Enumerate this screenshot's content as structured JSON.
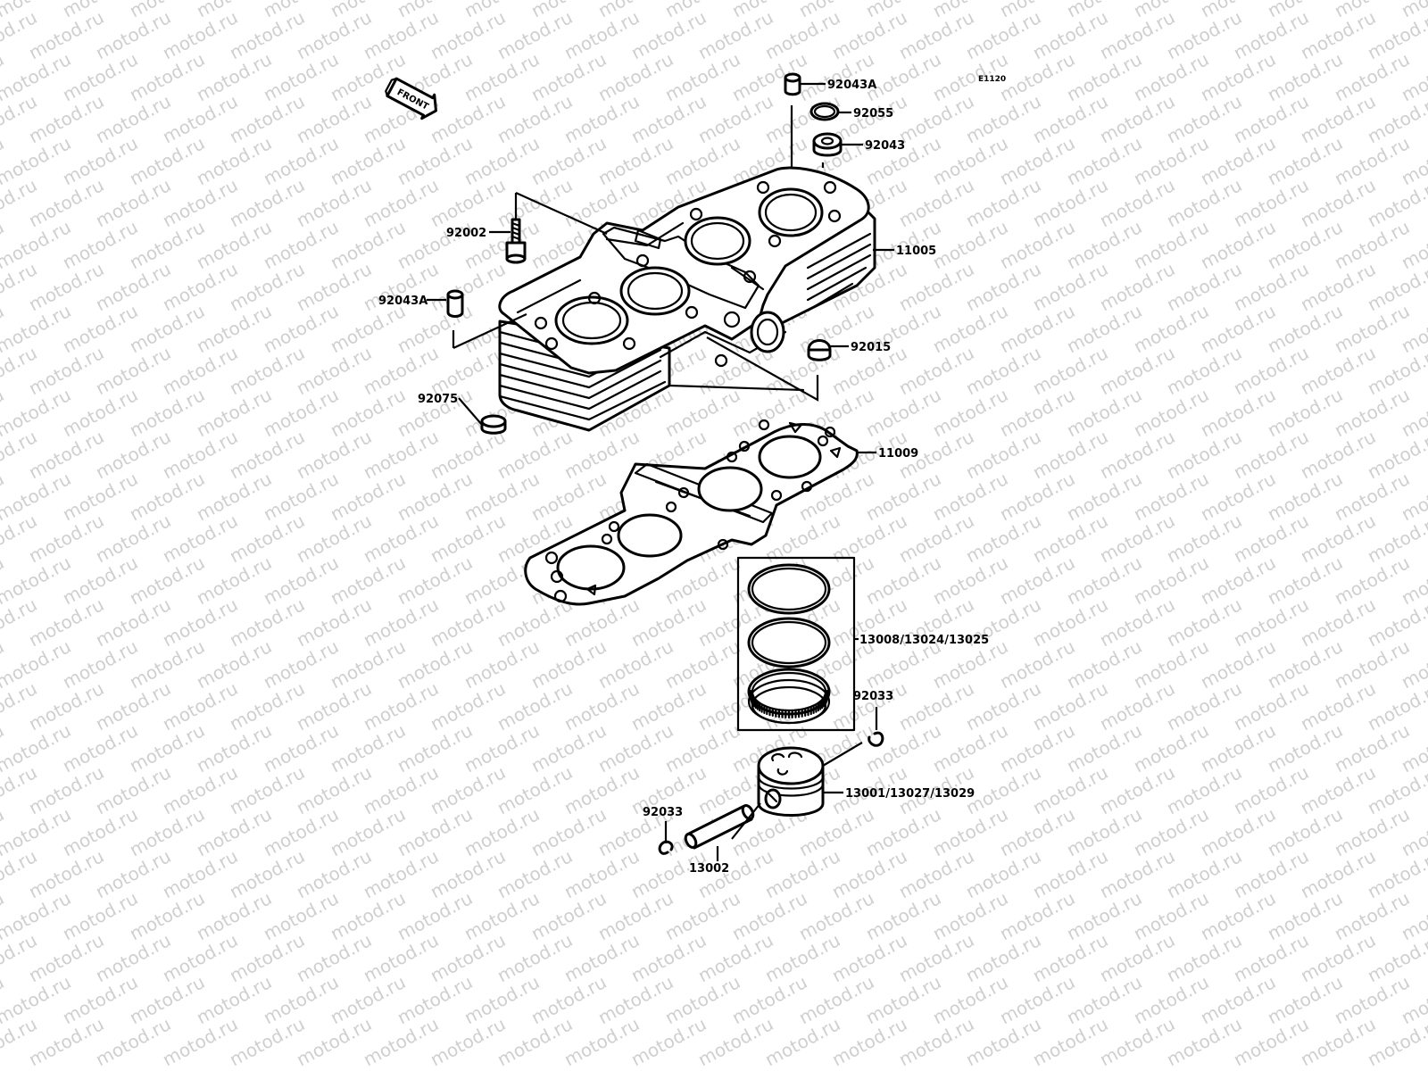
{
  "watermark": "motod.ru",
  "diagram_code": "E1120",
  "front_label": "FRONT",
  "parts": {
    "p92043A_top": "92043A",
    "p92055": "92055",
    "p92043": "92043",
    "p92002": "92002",
    "p11005": "11005",
    "p92043A_left": "92043A",
    "p92015": "92015",
    "p92075": "92075",
    "p11009": "11009",
    "p13008": "13008/13024/13025",
    "p92033_right": "92033",
    "p13001": "13001/13027/13029",
    "p92033_left": "92033",
    "p13002": "13002"
  }
}
